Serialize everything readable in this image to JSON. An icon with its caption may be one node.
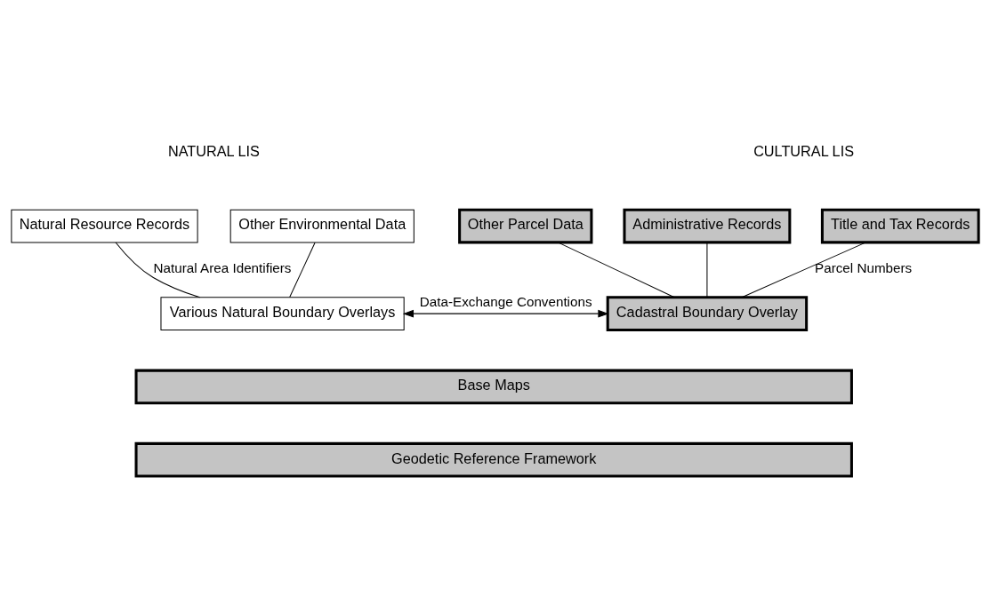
{
  "diagram": {
    "nodes": [
      {
        "text": [
          "Natural Resource Records"
        ]
      },
      {
        "text": [
          "Other Environmental Data"
        ]
      },
      {
        "text": [
          "Administrative Records"
        ]
      },
      {
        "text": [
          "Title and Tax Records"
        ]
      },
      {
        "text": [
          "Other Parcel Data"
        ]
      },
      {
        "text": [
          "Various Natural Boundary Overlays"
        ]
      },
      {
        "text": [
          "Cadastral Boundary Overlay"
        ]
      },
      {
        "text": [
          "Base Maps"
        ]
      },
      {
        "text": [
          "Geodetic Reference Framework"
        ]
      }
    ],
    "edges": [
      {
        "from": 0,
        "to": 5,
        "arrow": "none",
        "label": "Natural Area Identifiers"
      },
      {
        "from": 1,
        "to": 5,
        "arrow": "none"
      },
      {
        "from": 2,
        "to": 6,
        "arrow": "none"
      },
      {
        "from": 3,
        "to": 6,
        "arrow": "none",
        "label": "Parcel Numbers"
      },
      {
        "from": 4,
        "to": 6,
        "arrow": "none"
      },
      {
        "from": 5,
        "to": 6,
        "arrow": "both",
        "label": "Data-Exchange Conventions"
      }
    ],
    "labels": [
      "NATURAL LIS",
      "CULTURAL LIS"
    ]
  }
}
